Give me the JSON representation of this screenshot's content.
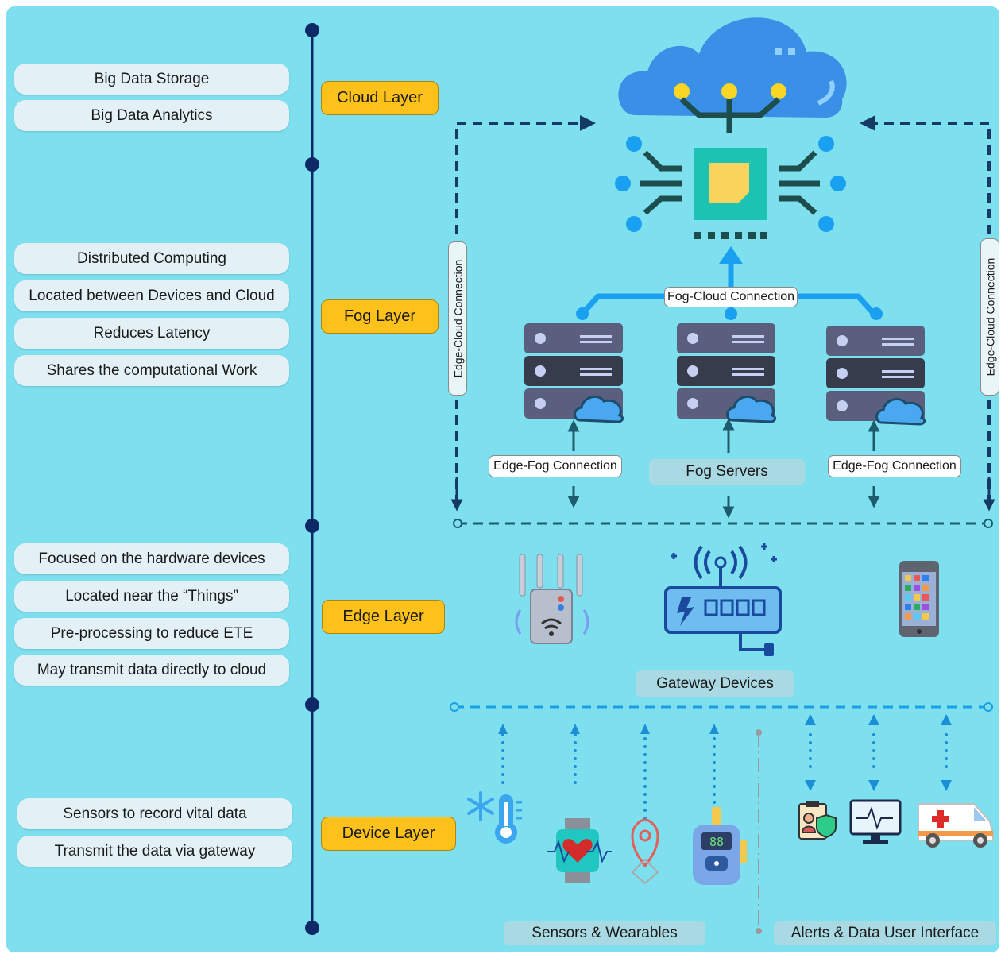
{
  "layers": {
    "cloud": "Cloud Layer",
    "fog": "Fog Layer",
    "edge": "Edge Layer",
    "device": "Device Layer"
  },
  "cloud_features": [
    "Big Data Storage",
    "Big Data Analytics"
  ],
  "fog_features": [
    "Distributed Computing",
    "Located between Devices and Cloud",
    "Reduces Latency",
    "Shares the computational Work"
  ],
  "edge_features": [
    "Focused on the hardware devices",
    "Located near the “Things”",
    "Pre-processing to reduce ETE",
    "May transmit data directly to cloud"
  ],
  "device_features": [
    "Sensors to record vital data",
    "Transmit the data via gateway"
  ],
  "connections": {
    "fog_cloud": "Fog-Cloud Connection",
    "edge_cloud": "Edge-Cloud Connection",
    "edge_fog": "Edge-Fog Connection"
  },
  "groups": {
    "fog_servers": "Fog Servers",
    "gateway_devices": "Gateway Devices",
    "sensors": "Sensors & Wearables",
    "alerts": "Alerts & Data User Interface"
  },
  "glucometer_display": "88",
  "icons": [
    "cloud-icon",
    "cpu-chip-icon",
    "server-rack-icon",
    "wifi-extender-icon",
    "router-icon",
    "smartphone-icon",
    "thermometer-icon",
    "smartwatch-icon",
    "location-pin-icon",
    "glucometer-icon",
    "patient-record-icon",
    "heart-monitor-icon",
    "ambulance-icon"
  ],
  "colors": {
    "background": "#7ee0ef",
    "layer_badge": "#fcc21b",
    "timeline": "#0e2a66",
    "dashed_dark": "#163a66",
    "dashed_light": "#1aa0e0"
  }
}
